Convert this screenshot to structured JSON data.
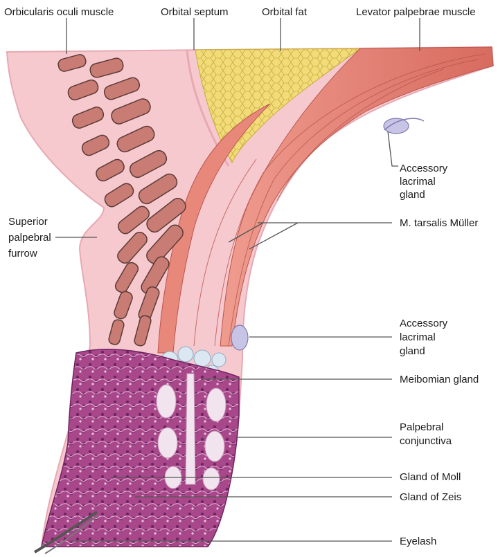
{
  "labels": {
    "orbicularis": "Orbicularis oculi muscle",
    "septum": "Orbital septum",
    "fat": "Orbital fat",
    "levator": "Levator palpebrae muscle",
    "accessory1_l1": "Accessory",
    "accessory1_l2": "lacrimal",
    "accessory1_l3": "gland",
    "superior_l1": "Superior",
    "superior_l2": "palpebral",
    "superior_l3": "furrow",
    "tarsalis": "M. tarsalis Müller",
    "accessory2_l1": "Accessory",
    "accessory2_l2": "lacrimal",
    "accessory2_l3": "gland",
    "meibomian": "Meibomian gland",
    "conj_l1": "Palpebral",
    "conj_l2": "conjunctiva",
    "moll": "Gland of Moll",
    "zeis": "Gland of Zeis",
    "eyelash": "Eyelash"
  },
  "colors": {
    "skin": "#f6c9cf",
    "skin_edge": "#e7a9b2",
    "fat": "#f2dc7a",
    "muscle": "#e07a6c",
    "muscle_dark": "#b9554c",
    "orbicularis_fiber": "#c97c73",
    "gland": "#c7c4e6",
    "histology": "#9c3f7d"
  }
}
